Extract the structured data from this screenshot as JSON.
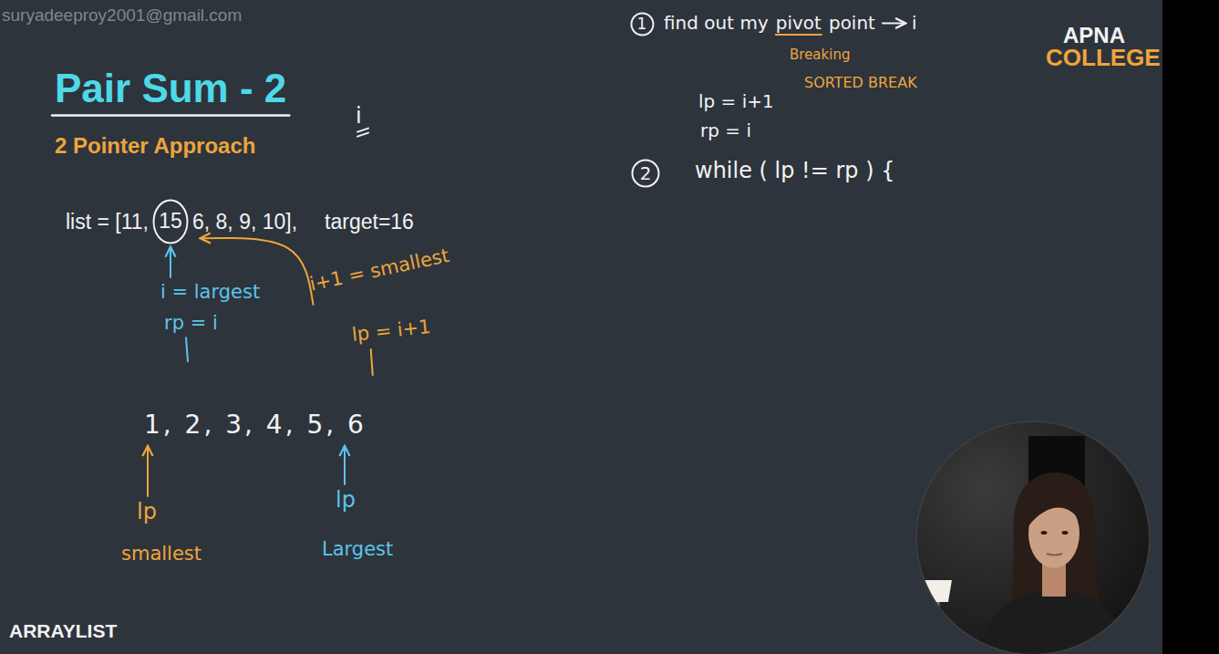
{
  "diagram": {
    "title": "Pair Sum - 2",
    "nodes": [
      {
        "text": [
          "15"
        ]
      },
      {
        "text": [
          "1"
        ]
      },
      {
        "text": [
          "2"
        ]
      }
    ],
    "labels": [
      "suryadeeproy2001@gmail.com",
      "2 Pointer Approach",
      "i",
      "list = [11,",
      "6, 8, 9, 10],",
      "target=16",
      "i = largest",
      "rp = i",
      "i+1 = smallest",
      "lp = i+1",
      "1, 2, 3, 4, 5, 6",
      "lp",
      "smallest",
      "lp",
      "Largest",
      "find out my",
      "pivot",
      "point",
      "i",
      "Breaking",
      "SORTED BREAK",
      "lp = i+1",
      "rp = i",
      "while ( lp != rp ) {",
      "APNA",
      "COLLEGE",
      "ARRAYLIST"
    ]
  }
}
